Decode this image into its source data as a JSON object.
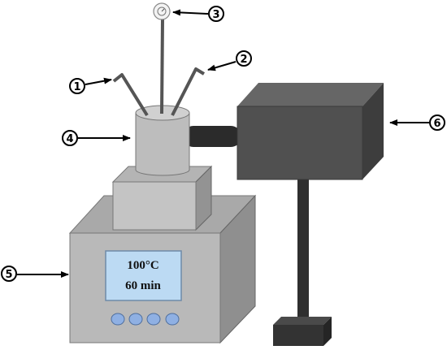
{
  "display": {
    "temperature": "100°C",
    "time": "60 min"
  },
  "callouts": [
    "1",
    "2",
    "3",
    "4",
    "5",
    "6"
  ],
  "colors": {
    "base_front": "#b9b9b9",
    "base_top": "#a9a9a9",
    "base_side": "#8f8f8f",
    "screen": "#bcdaf3",
    "knob": "#8fb0e3",
    "device_front": "#505050",
    "device_top": "#666666",
    "device_side": "#3d3d3d",
    "stand": "#2f2f2f"
  },
  "icons": [
    "thermometer-dial-icon",
    "probe-icon",
    "control-knob-icon"
  ]
}
